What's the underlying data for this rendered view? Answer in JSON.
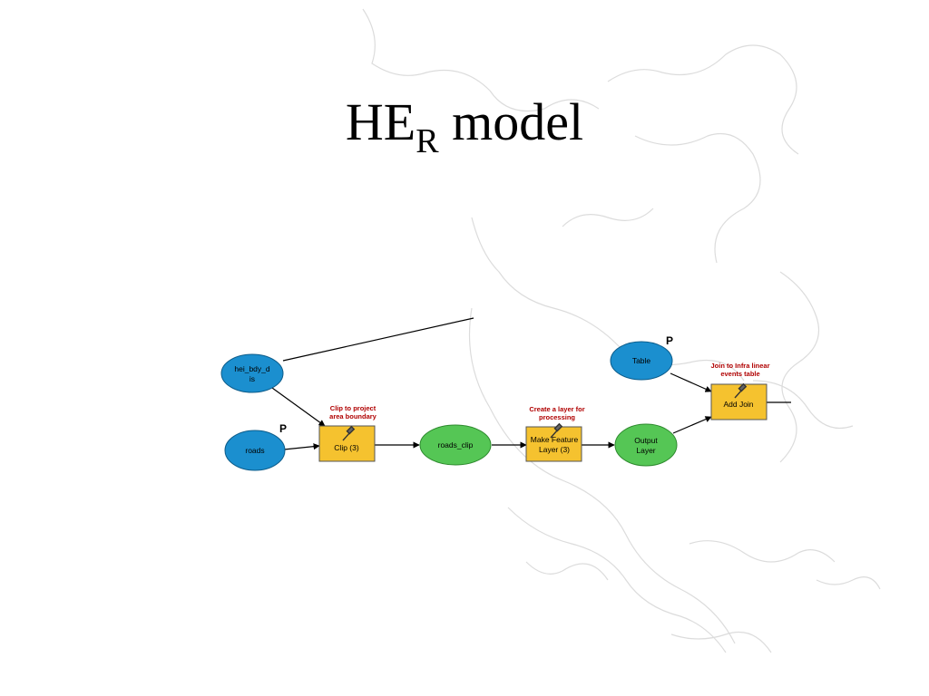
{
  "slide": {
    "title_main": "HE",
    "title_sub": "R",
    "title_tail": " model"
  },
  "colors": {
    "input_fill": "#1b8fcf",
    "derived_fill": "#55c655",
    "tool_fill": "#f5c22f",
    "tool_label": "#b00000"
  },
  "nodes": {
    "hei_bdy_line1": "hei_bdy_d",
    "hei_bdy_line2": "is",
    "roads": "roads",
    "roads_param": "P",
    "clip_line1": "Clip (3)",
    "clip_caption1": "Clip to project",
    "clip_caption2": "area boundary",
    "roads_clip": "roads_clip",
    "mfl_line1": "Make Feature",
    "mfl_line2": "Layer (3)",
    "mfl_caption1": "Create a layer for",
    "mfl_caption2": "processing",
    "output_line1": "Output",
    "output_line2": "Layer",
    "table": "Table",
    "table_param": "P",
    "addjoin_line1": "Add Join",
    "addjoin_caption1": "Join to Infra linear",
    "addjoin_caption2": "events table"
  }
}
